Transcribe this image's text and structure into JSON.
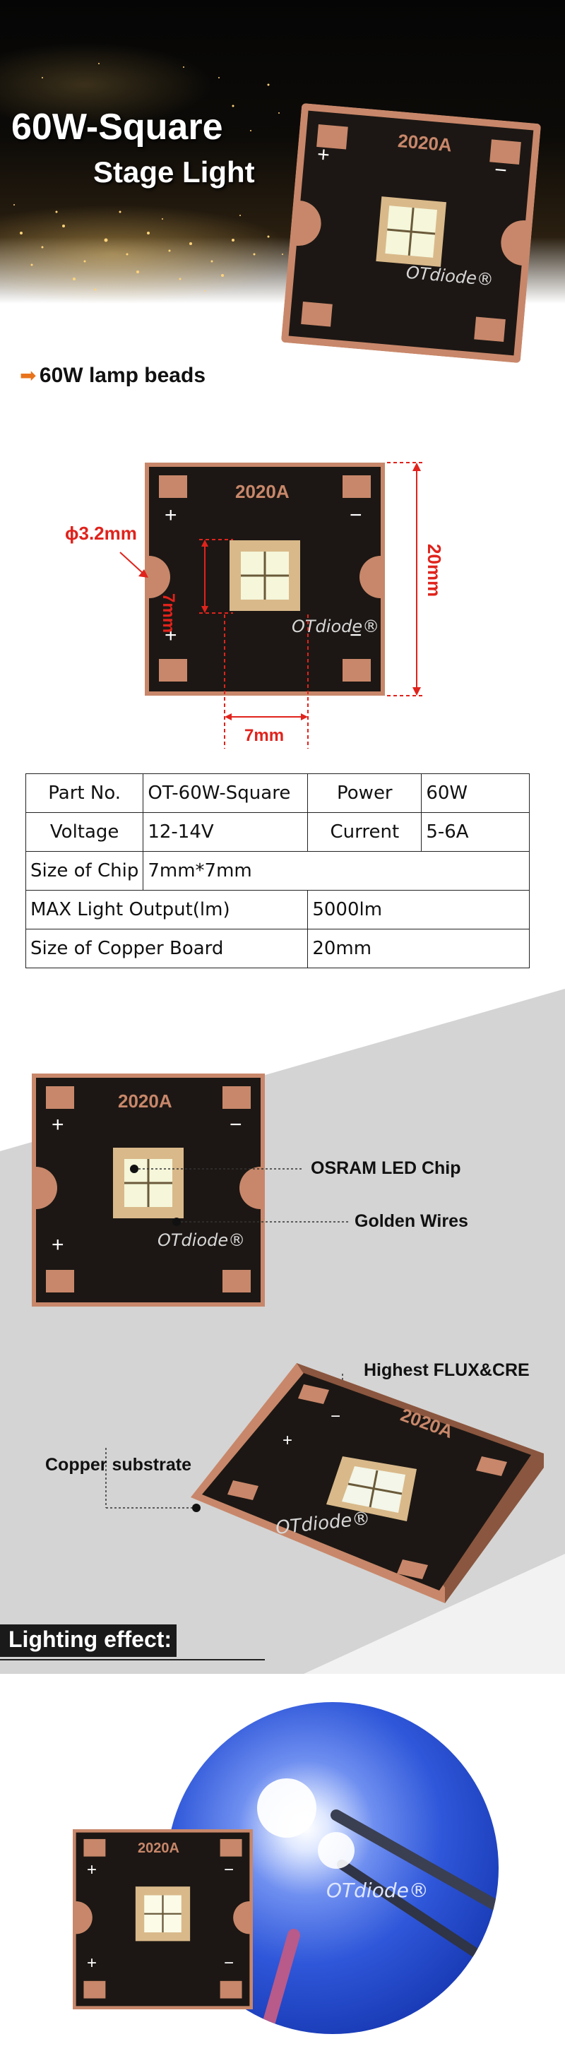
{
  "hero": {
    "title_line1": "60W-Square",
    "title_line2": "Stage Light",
    "board_label": "2020A",
    "watermark": "OTdiode®",
    "plus": "+",
    "minus": "−"
  },
  "section1": {
    "heading": "60W lamp beads",
    "board_label": "2020A",
    "watermark": "OTdiode®",
    "dim_hole": "ϕ3.2mm",
    "dim_chip_v": "7mm",
    "dim_chip_h": "7mm",
    "dim_board": "20mm"
  },
  "spec_table": {
    "row1": {
      "k1": "Part No.",
      "v1": "OT-60W-Square",
      "k2": "Power",
      "v2": "60W"
    },
    "row2": {
      "k1": "Voltage",
      "v1": "12-14V",
      "k2": "Current",
      "v2": "5-6A"
    },
    "row3": {
      "k": "Size of Chip",
      "v": "7mm*7mm"
    },
    "row4": {
      "k": "MAX Light Output(lm)",
      "v": "5000lm"
    },
    "row5": {
      "k": "Size of Copper Board",
      "v": "20mm"
    }
  },
  "features": {
    "board_label": "2020A",
    "watermark": "OTdiode®",
    "osram": "OSRAM LED Chip",
    "golden": "Golden Wires",
    "flux": "Highest FLUX&CRE",
    "copper": "Copper substrate"
  },
  "lighting": {
    "heading": "Lighting effect:",
    "board_label": "2020A",
    "watermark": "OTdiode®"
  },
  "colors": {
    "copper": "#c8876a",
    "board": "#1c1714",
    "chip_gold": "#d9b98a",
    "dimension_red": "#e0231c",
    "accent_orange": "#e8731c"
  }
}
